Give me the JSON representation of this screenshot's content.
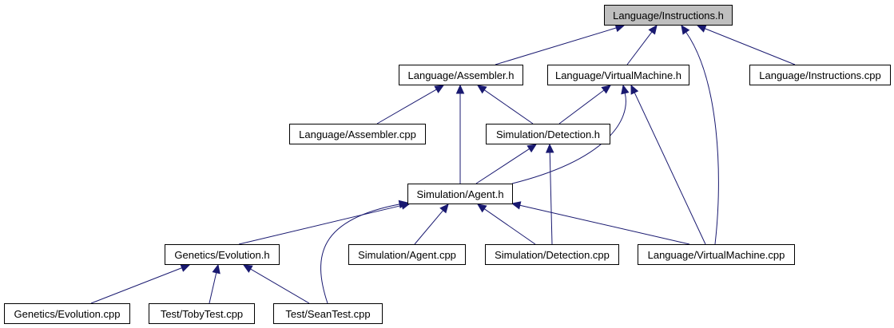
{
  "graph": {
    "edge_color": "#191970",
    "root_fill": "#bfbfbf",
    "nodes": [
      {
        "id": "instructions_h",
        "label": "Language/Instructions.h",
        "root": true
      },
      {
        "id": "assembler_h",
        "label": "Language/Assembler.h"
      },
      {
        "id": "virtualmachine_h",
        "label": "Language/VirtualMachine.h"
      },
      {
        "id": "instructions_cpp",
        "label": "Language/Instructions.cpp"
      },
      {
        "id": "assembler_cpp",
        "label": "Language/Assembler.cpp"
      },
      {
        "id": "detection_h",
        "label": "Simulation/Detection.h"
      },
      {
        "id": "agent_h",
        "label": "Simulation/Agent.h"
      },
      {
        "id": "evolution_h",
        "label": "Genetics/Evolution.h"
      },
      {
        "id": "agent_cpp",
        "label": "Simulation/Agent.cpp"
      },
      {
        "id": "detection_cpp",
        "label": "Simulation/Detection.cpp"
      },
      {
        "id": "virtualmachine_cpp",
        "label": "Language/VirtualMachine.cpp"
      },
      {
        "id": "evolution_cpp",
        "label": "Genetics/Evolution.cpp"
      },
      {
        "id": "tobytest_cpp",
        "label": "Test/TobyTest.cpp"
      },
      {
        "id": "seantest_cpp",
        "label": "Test/SeanTest.cpp"
      }
    ],
    "edges": [
      {
        "from": "assembler_h",
        "to": "instructions_h"
      },
      {
        "from": "virtualmachine_h",
        "to": "instructions_h"
      },
      {
        "from": "virtualmachine_cpp",
        "to": "instructions_h"
      },
      {
        "from": "instructions_cpp",
        "to": "instructions_h"
      },
      {
        "from": "assembler_cpp",
        "to": "assembler_h"
      },
      {
        "from": "agent_h",
        "to": "assembler_h"
      },
      {
        "from": "detection_h",
        "to": "assembler_h"
      },
      {
        "from": "detection_h",
        "to": "virtualmachine_h"
      },
      {
        "from": "agent_h",
        "to": "virtualmachine_h"
      },
      {
        "from": "virtualmachine_cpp",
        "to": "virtualmachine_h"
      },
      {
        "from": "agent_h",
        "to": "detection_h"
      },
      {
        "from": "detection_cpp",
        "to": "detection_h"
      },
      {
        "from": "evolution_h",
        "to": "agent_h"
      },
      {
        "from": "seantest_cpp",
        "to": "agent_h"
      },
      {
        "from": "agent_cpp",
        "to": "agent_h"
      },
      {
        "from": "detection_cpp",
        "to": "agent_h"
      },
      {
        "from": "virtualmachine_cpp",
        "to": "agent_h"
      },
      {
        "from": "evolution_cpp",
        "to": "evolution_h"
      },
      {
        "from": "tobytest_cpp",
        "to": "evolution_h"
      },
      {
        "from": "seantest_cpp",
        "to": "evolution_h"
      }
    ]
  }
}
